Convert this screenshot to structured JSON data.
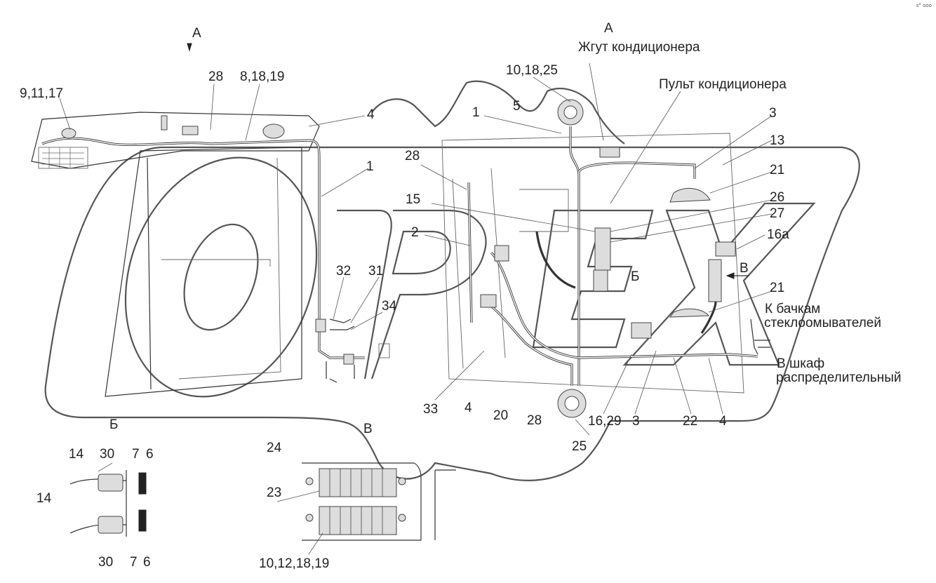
{
  "corner_mark": "s° ooo",
  "watermark": {
    "text": "OPEX"
  },
  "labels": {
    "a_left": "А",
    "a_top": "А",
    "b_view": "Б",
    "b_caption": "Б",
    "v_view": "В",
    "v_arrow": "В",
    "harness_ac": "Жгут кондиционера",
    "panel_ac": "Пульт кондиционера",
    "to_washer_1": "К бачкам",
    "to_washer_2": "стеклоомывателей",
    "to_cabinet_1": "В шкаф",
    "to_cabinet_2": "распределительный"
  },
  "callouts": [
    "9,11,17",
    "28",
    "8,18,19",
    "4",
    "1",
    "10,18,25",
    "5",
    "1",
    "28",
    "15",
    "2",
    "32",
    "31",
    "34",
    "3",
    "13",
    "21",
    "26",
    "27",
    "16а",
    "21",
    "33",
    "4",
    "20",
    "28",
    "25",
    "16,29",
    "3",
    "22",
    "4",
    "14",
    "30",
    "7",
    "6",
    "14",
    "30",
    "7",
    "6",
    "24",
    "23",
    "10,12,18,19"
  ]
}
